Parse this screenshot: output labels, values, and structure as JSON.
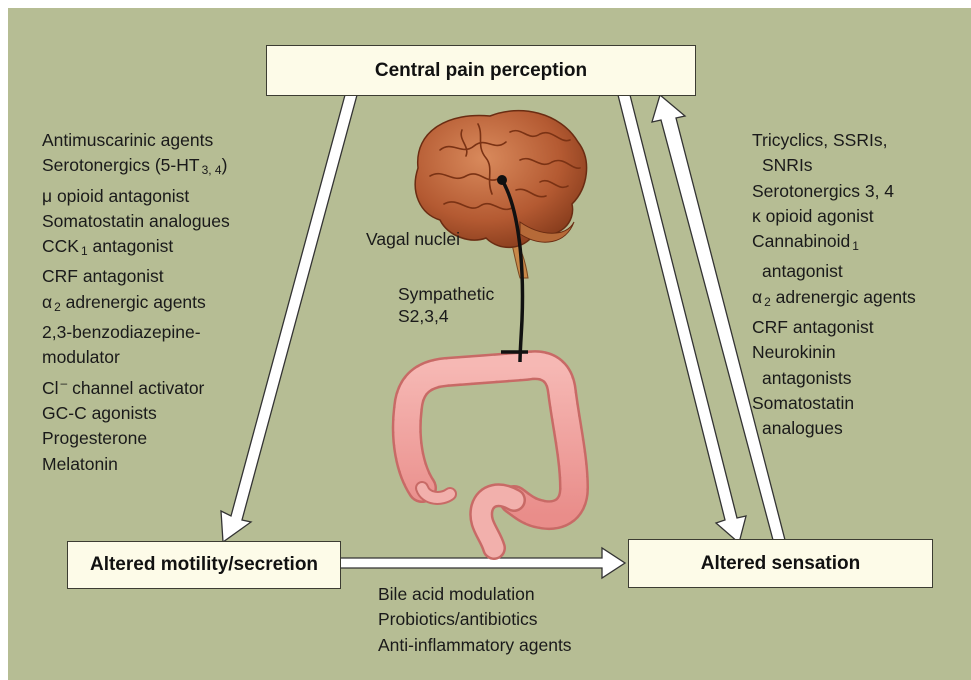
{
  "boxes": {
    "top": "Central pain perception",
    "left": "Altered motility/secretion",
    "right": "Altered sensation"
  },
  "left_list": {
    "l1": "Antimuscarinic agents",
    "l2_pre": "Serotonergics (5-HT",
    "l2_sub": "3, 4",
    "l2_post": ")",
    "l3": "μ opioid antagonist",
    "l4": "Somatostatin analogues",
    "l5_pre": "CCK",
    "l5_sub": "1",
    "l5_post": " antagonist",
    "l6": "CRF antagonist",
    "l7_sym": "α",
    "l7_sub": "2",
    "l7_post": " adrenergic agents",
    "l8": "2,3-benzodiazepine-",
    "l9": "modulator",
    "l10_pre": "Cl",
    "l10_sup": "–",
    "l10_post": " channel activator",
    "l11": "GC-C agonists",
    "l12": "Progesterone",
    "l13": "Melatonin"
  },
  "right_list": {
    "r1": "Tricyclics, SSRIs,",
    "r2": "SNRIs",
    "r3": "Serotonergics 3, 4",
    "r4": "κ opioid agonist",
    "r5_pre": "Cannabinoid",
    "r5_sub": "1",
    "r6": "antagonist",
    "r7_sym": "α",
    "r7_sub": "2",
    "r7_post": " adrenergic agents",
    "r8": "CRF  antagonist",
    "r9": "Neurokinin",
    "r10": "antagonists",
    "r11": "Somatostatin",
    "r12": "analogues"
  },
  "bottom_list": {
    "b1": "Bile acid modulation",
    "b2": "Probiotics/antibiotics",
    "b3": "Anti-inflammatory agents"
  },
  "center": {
    "vagal": "Vagal nuclei",
    "sympathetic_1": "Sympathetic",
    "sympathetic_2": "S2,3,4"
  },
  "colors": {
    "background": "#b6bd94",
    "box_fill": "#fdfbe8",
    "brain": "#b45a32",
    "colon": "#f0a6a2"
  }
}
